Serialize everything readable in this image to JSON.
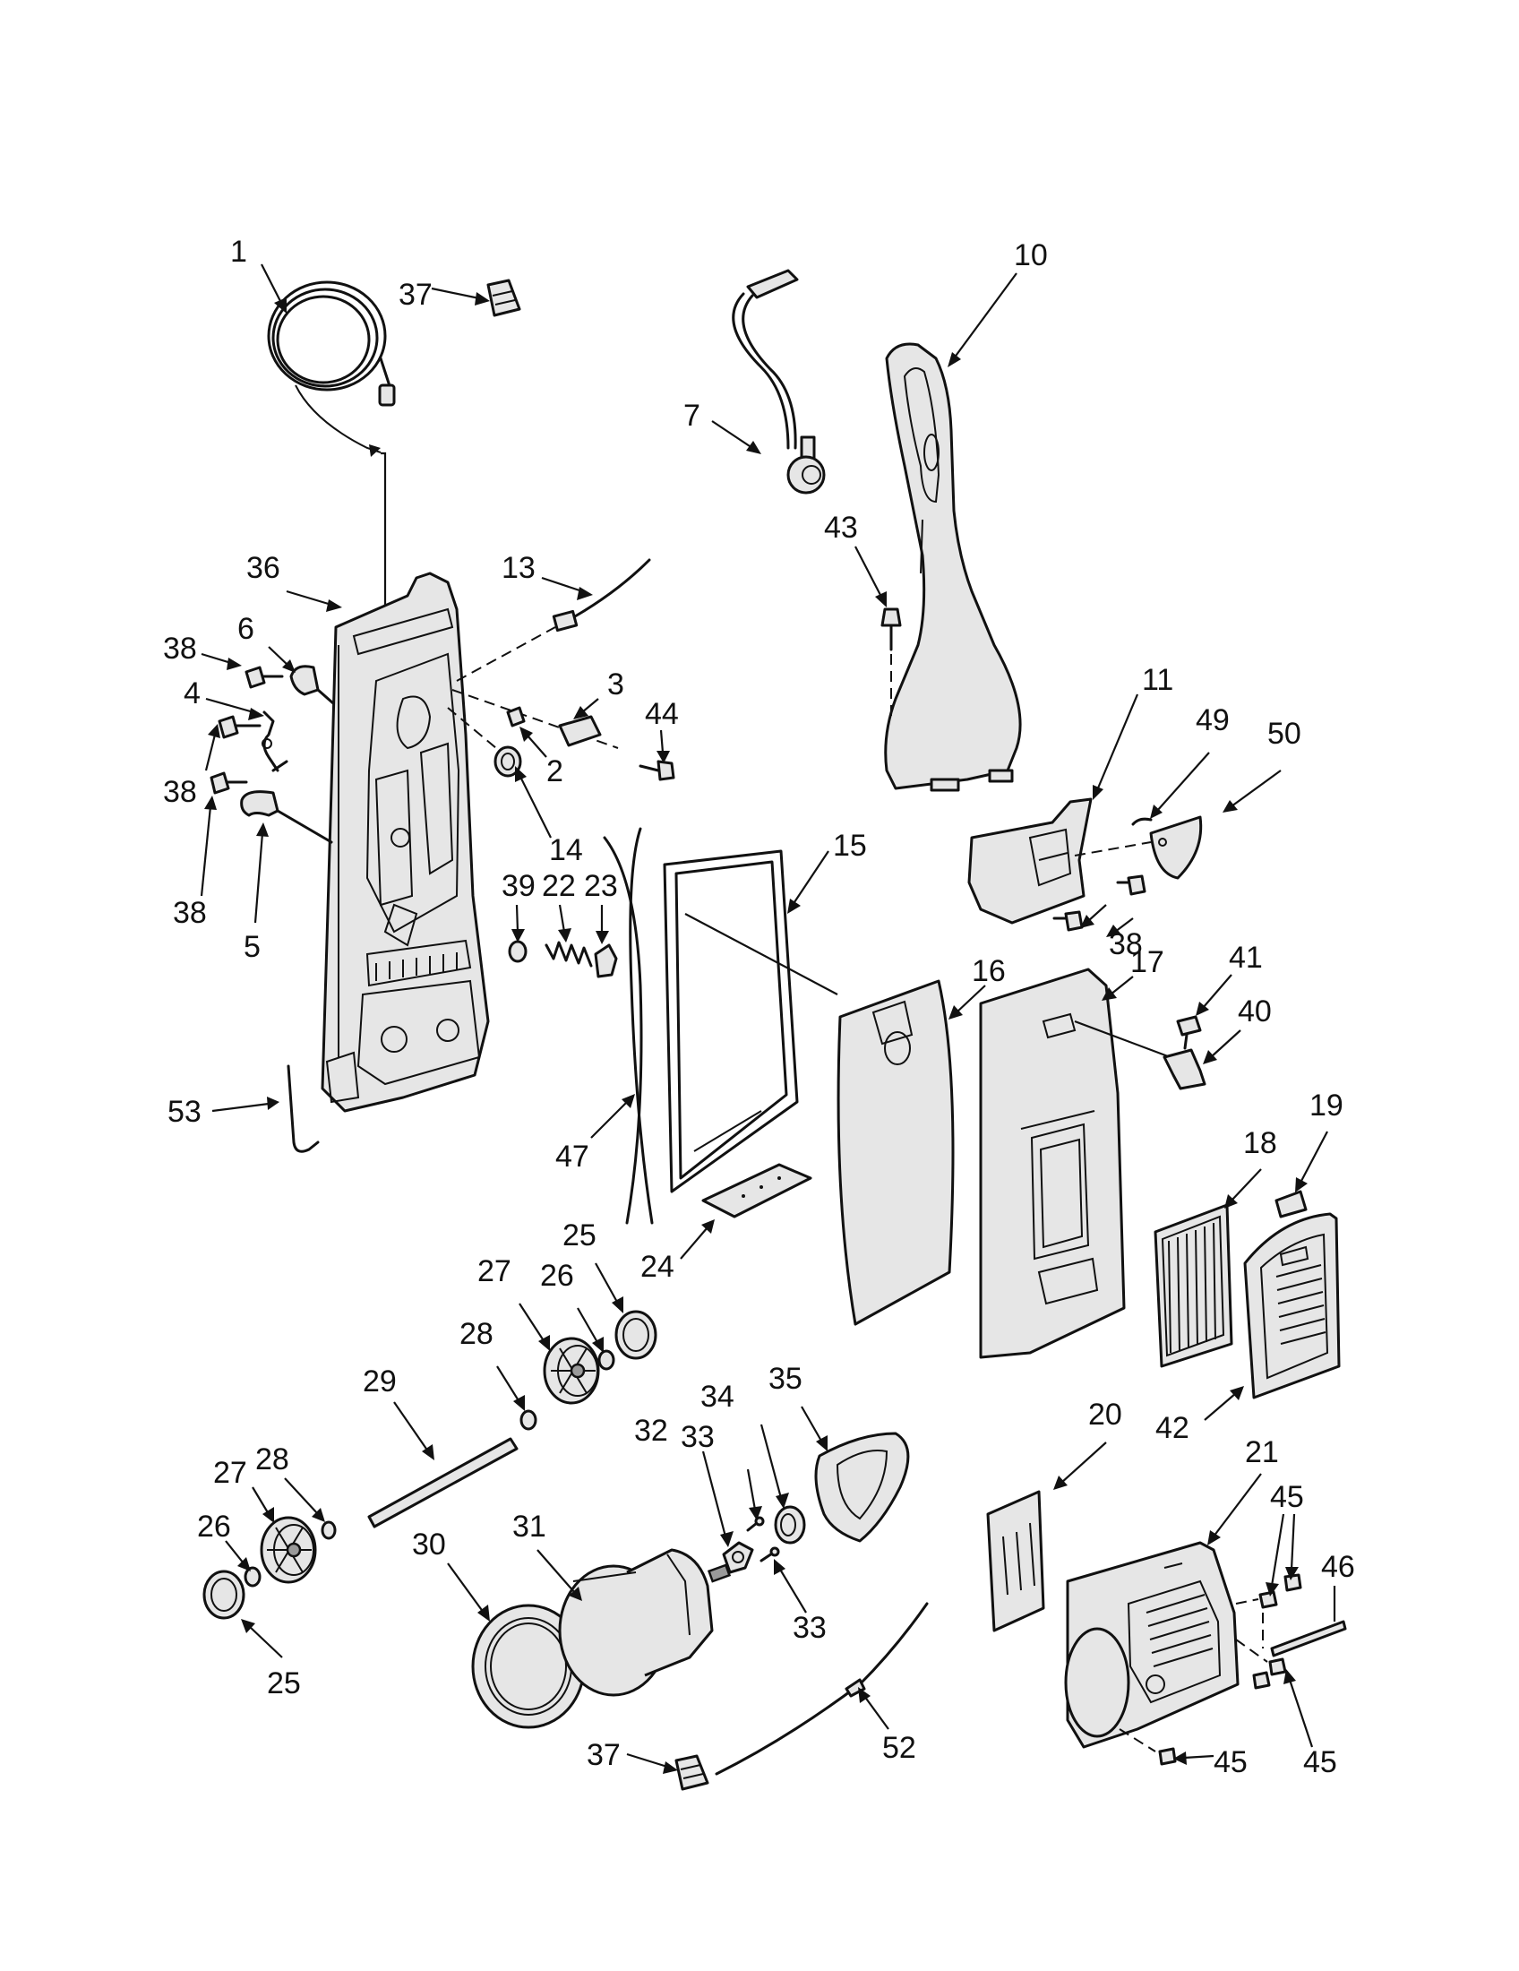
{
  "labels": [
    {
      "id": "1",
      "text": "1"
    },
    {
      "id": "37a",
      "text": "37"
    },
    {
      "id": "37b",
      "text": "37"
    },
    {
      "id": "7",
      "text": "7"
    },
    {
      "id": "10",
      "text": "10"
    },
    {
      "id": "43",
      "text": "43"
    },
    {
      "id": "36",
      "text": "36"
    },
    {
      "id": "13",
      "text": "13"
    },
    {
      "id": "38a",
      "text": "38"
    },
    {
      "id": "38b",
      "text": "38"
    },
    {
      "id": "38c",
      "text": "38"
    },
    {
      "id": "38d",
      "text": "38"
    },
    {
      "id": "6",
      "text": "6"
    },
    {
      "id": "4",
      "text": "4"
    },
    {
      "id": "5",
      "text": "5"
    },
    {
      "id": "3",
      "text": "3"
    },
    {
      "id": "44",
      "text": "44"
    },
    {
      "id": "2",
      "text": "2"
    },
    {
      "id": "14",
      "text": "14"
    },
    {
      "id": "11",
      "text": "11"
    },
    {
      "id": "49",
      "text": "49"
    },
    {
      "id": "50",
      "text": "50"
    },
    {
      "id": "15",
      "text": "15"
    },
    {
      "id": "39",
      "text": "39"
    },
    {
      "id": "22",
      "text": "22"
    },
    {
      "id": "23",
      "text": "23"
    },
    {
      "id": "16",
      "text": "16"
    },
    {
      "id": "17",
      "text": "17"
    },
    {
      "id": "41",
      "text": "41"
    },
    {
      "id": "40",
      "text": "40"
    },
    {
      "id": "53",
      "text": "53"
    },
    {
      "id": "47",
      "text": "47"
    },
    {
      "id": "19",
      "text": "19"
    },
    {
      "id": "18",
      "text": "18"
    },
    {
      "id": "25a",
      "text": "25"
    },
    {
      "id": "24",
      "text": "24"
    },
    {
      "id": "27a",
      "text": "27"
    },
    {
      "id": "26a",
      "text": "26"
    },
    {
      "id": "28a",
      "text": "28"
    },
    {
      "id": "29",
      "text": "29"
    },
    {
      "id": "35",
      "text": "35"
    },
    {
      "id": "34",
      "text": "34"
    },
    {
      "id": "32",
      "text": "32"
    },
    {
      "id": "33a",
      "text": "33"
    },
    {
      "id": "33b",
      "text": "33"
    },
    {
      "id": "20",
      "text": "20"
    },
    {
      "id": "42",
      "text": "42"
    },
    {
      "id": "21",
      "text": "21"
    },
    {
      "id": "28b",
      "text": "28"
    },
    {
      "id": "27b",
      "text": "27"
    },
    {
      "id": "26b",
      "text": "26"
    },
    {
      "id": "31",
      "text": "31"
    },
    {
      "id": "30",
      "text": "30"
    },
    {
      "id": "45a",
      "text": "45"
    },
    {
      "id": "45b",
      "text": "45"
    },
    {
      "id": "45c",
      "text": "45"
    },
    {
      "id": "46",
      "text": "46"
    },
    {
      "id": "25b",
      "text": "25"
    },
    {
      "id": "52",
      "text": "52"
    }
  ]
}
